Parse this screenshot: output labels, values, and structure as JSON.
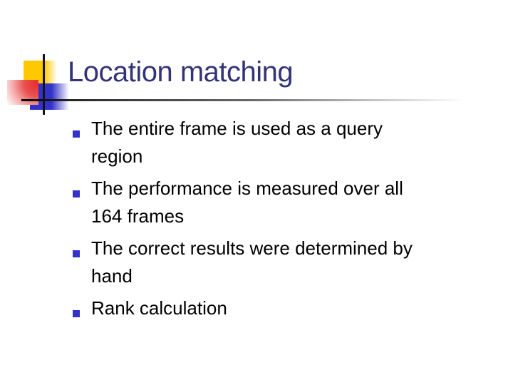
{
  "slide": {
    "title": "Location matching",
    "bullets": [
      {
        "lines": [
          "The entire frame is used as a query",
          "region"
        ]
      },
      {
        "lines": [
          "The performance is measured over all",
          "164 frames"
        ]
      },
      {
        "lines": [
          "The correct results were determined by",
          "hand"
        ]
      },
      {
        "lines": [
          "Rank calculation"
        ]
      }
    ],
    "colors": {
      "title_text": "#333377",
      "body_text": "#000000",
      "bullet_marker": "#3333cc",
      "accent_yellow": "#ffc800",
      "accent_red": "#e62e2e",
      "accent_blue": "#3232c8",
      "crosshair_line": "#141414",
      "rule_gradient_start": "#000000",
      "rule_gradient_end": "#ffffff",
      "background": "#ffffff"
    }
  }
}
